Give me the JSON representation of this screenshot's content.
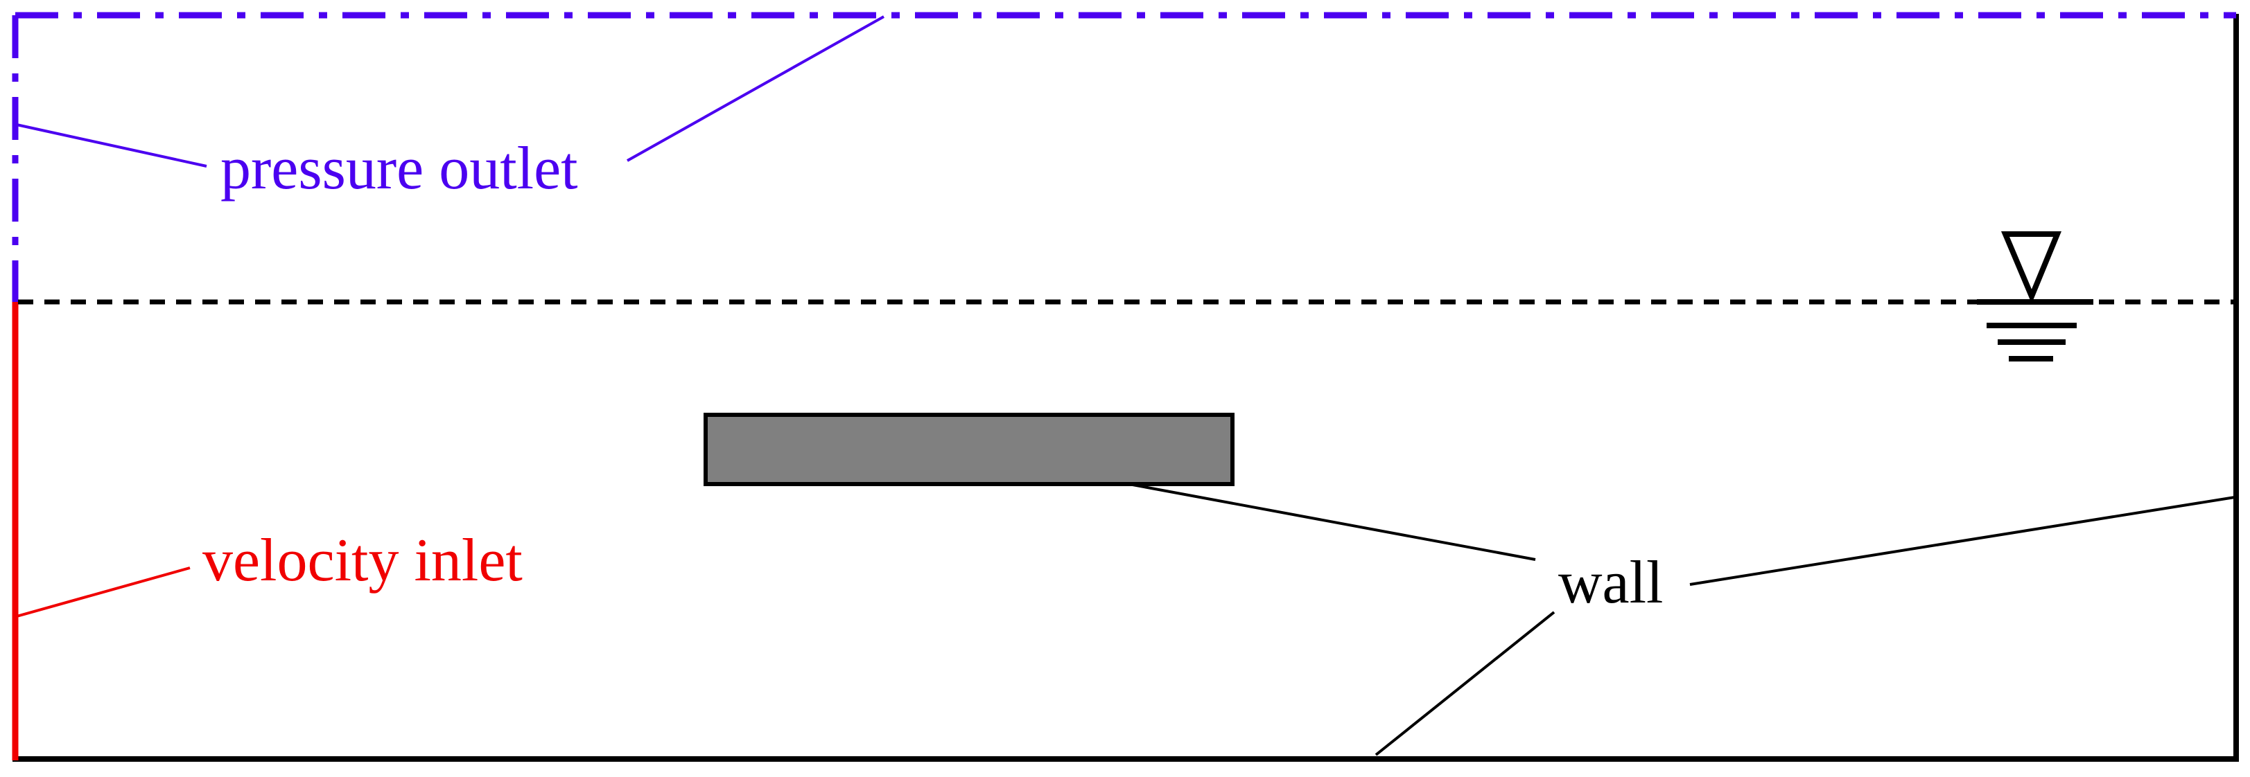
{
  "labels": {
    "pressure_outlet": "pressure outlet",
    "velocity_inlet": "velocity inlet",
    "wall": "wall"
  },
  "colors": {
    "pressure_outlet": "#4b00f0",
    "velocity_inlet": "#f00000",
    "wall": "#000000",
    "body_fill": "#808080",
    "background": "#ffffff"
  }
}
